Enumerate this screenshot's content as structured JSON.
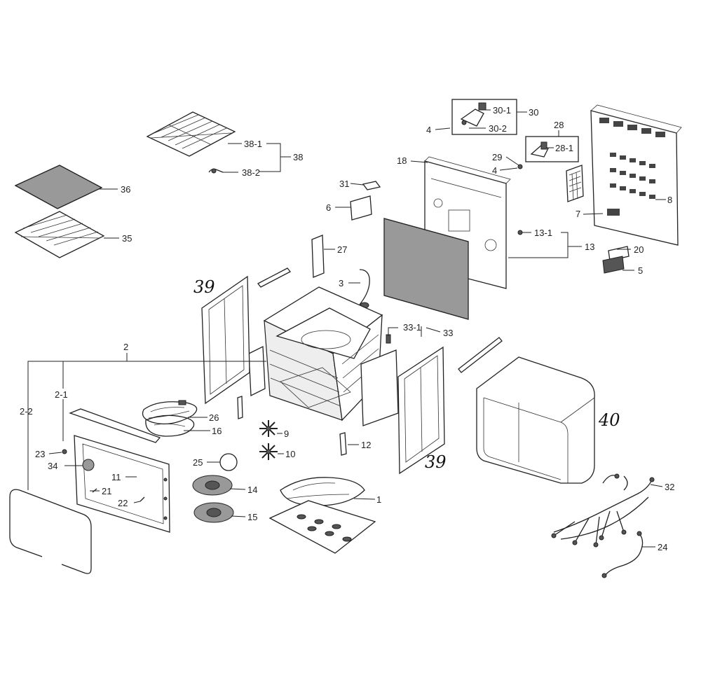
{
  "diagram": {
    "part_labels": {
      "p30_1": "30-1",
      "p30": "30",
      "p30_2": "30-2",
      "p4a": "4",
      "p28": "28",
      "p28_1": "28-1",
      "p29": "29",
      "p4b": "4",
      "p18": "18",
      "p8": "8",
      "p7": "7",
      "p31": "31",
      "p6": "6",
      "p13_1": "13-1",
      "p13": "13",
      "p20": "20",
      "p5": "5",
      "p38_1": "38-1",
      "p38": "38",
      "p38_2": "38-2",
      "p36": "36",
      "p35": "35",
      "p27": "27",
      "p3": "3",
      "p33_1": "33-1",
      "p33": "33",
      "p2": "2",
      "p2_1": "2-1",
      "p2_2": "2-2",
      "p26": "26",
      "p16": "16",
      "p9": "9",
      "p10": "10",
      "p12": "12",
      "p23": "23",
      "p34": "34",
      "p11": "11",
      "p21": "21",
      "p22": "22",
      "p25": "25",
      "p14": "14",
      "p15": "15",
      "p1": "1",
      "p32": "32",
      "p24": "24"
    },
    "handwritten_labels": {
      "h39a": "39",
      "h39b": "39",
      "h40": "40"
    }
  }
}
